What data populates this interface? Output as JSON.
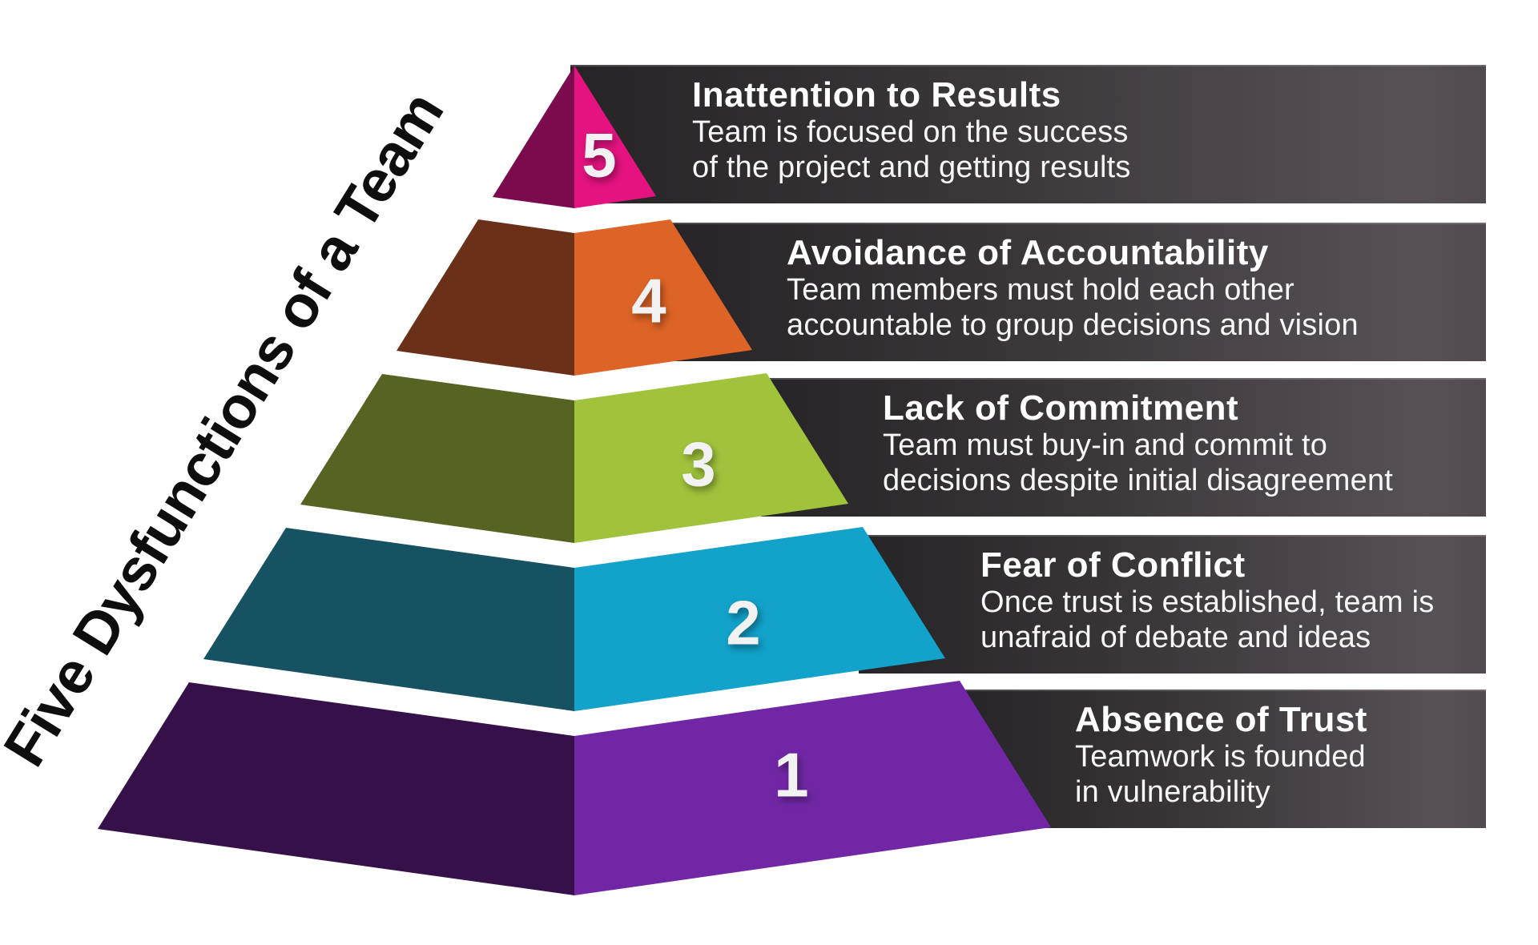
{
  "title": "Five Dysfunctions of a Team",
  "levels": [
    {
      "number": "1",
      "heading": "Absence of Trust",
      "desc": [
        "Teamwork is founded",
        "in vulnerability"
      ],
      "front_color": "#7127a5",
      "side_color": "#351049"
    },
    {
      "number": "2",
      "heading": "Fear of Conflict",
      "desc": [
        "Once trust is established, team is",
        "unafraid of debate and ideas"
      ],
      "front_color": "#12a2ca",
      "side_color": "#165261"
    },
    {
      "number": "3",
      "heading": "Lack of Commitment",
      "desc": [
        "Team must buy-in and commit to",
        "decisions despite initial disagreement"
      ],
      "front_color": "#a1c33c",
      "side_color": "#566322"
    },
    {
      "number": "4",
      "heading": "Avoidance of Accountability",
      "desc": [
        "Team members must hold each other",
        "accountable to group decisions and vision"
      ],
      "front_color": "#dd6426",
      "side_color": "#6b3118"
    },
    {
      "number": "5",
      "heading": "Inattention to Results",
      "desc": [
        "Team is focused on the success",
        "of the project and getting results"
      ],
      "front_color": "#e4137f",
      "side_color": "#7b0b4d"
    }
  ],
  "panel_colors": {
    "bg_dark": "#262426",
    "bg_light": "#565155",
    "text": "#ffffff"
  },
  "headline_color": "#0e0e0e",
  "number_color": "#f2f2f2"
}
